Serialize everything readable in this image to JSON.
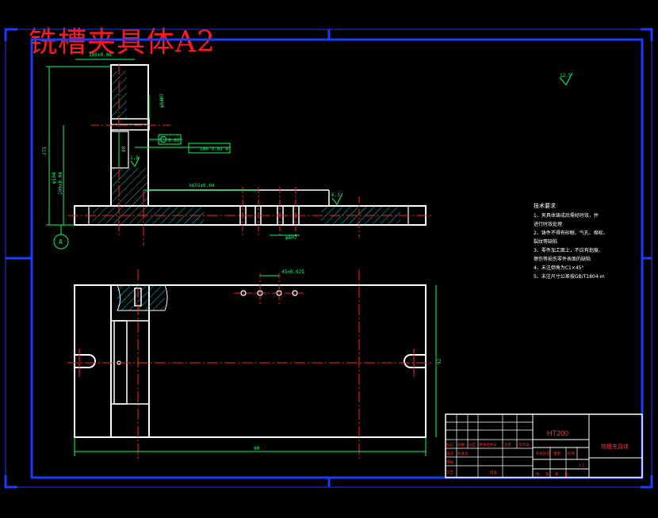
{
  "title": "铣槽夹具体A2",
  "roughness": {
    "general": "12.5",
    "local": "6.3",
    "small": "1.6"
  },
  "dimensions": {
    "top_width": "105±0.08",
    "bore": "φ64H7",
    "vertical_overall": "275",
    "vertical_b": "190±0.04",
    "vertical_c": "φ104",
    "mid_height": "80",
    "span": "λ655±0.04",
    "slot": "φ6H7",
    "hole_spacing": "45±0.025",
    "width_right": "92",
    "length_bottom": "90"
  },
  "tolerances": {
    "circle": "0.02",
    "perp": "100 0.01 A"
  },
  "datum": "A",
  "notes": {
    "heading": "技术要求",
    "lines": [
      "1、夹具体铸成后需经时效，并",
      "进行时效处理",
      "2、铸件不得有砂眼、气孔、缩松、",
      "裂纹等缺陷",
      "3、零件加工面上，不应有划痕、",
      "擦伤等损伤零件表面的缺陷",
      "4、未注倒角为C1×45°",
      "5、未注尺寸公差按GB/T1804-m"
    ]
  },
  "title_block": {
    "material": "HT200",
    "part_name": "铣槽夹具体",
    "labels": [
      "标记",
      "处数",
      "分区",
      "更改文件号",
      "签名",
      "年月日",
      "设计",
      "标准化",
      "审核",
      "工艺",
      "批准",
      "阶段标记",
      "重量",
      "比例",
      "共",
      "张",
      "第",
      "张"
    ],
    "scale": "1:1"
  },
  "colors": {
    "frame": "#1a3cff",
    "outline": "#ffffff",
    "dim": "#00ff66",
    "center": "#ff2222",
    "hatch": "#00cccc",
    "title": "#ff1a1a"
  }
}
